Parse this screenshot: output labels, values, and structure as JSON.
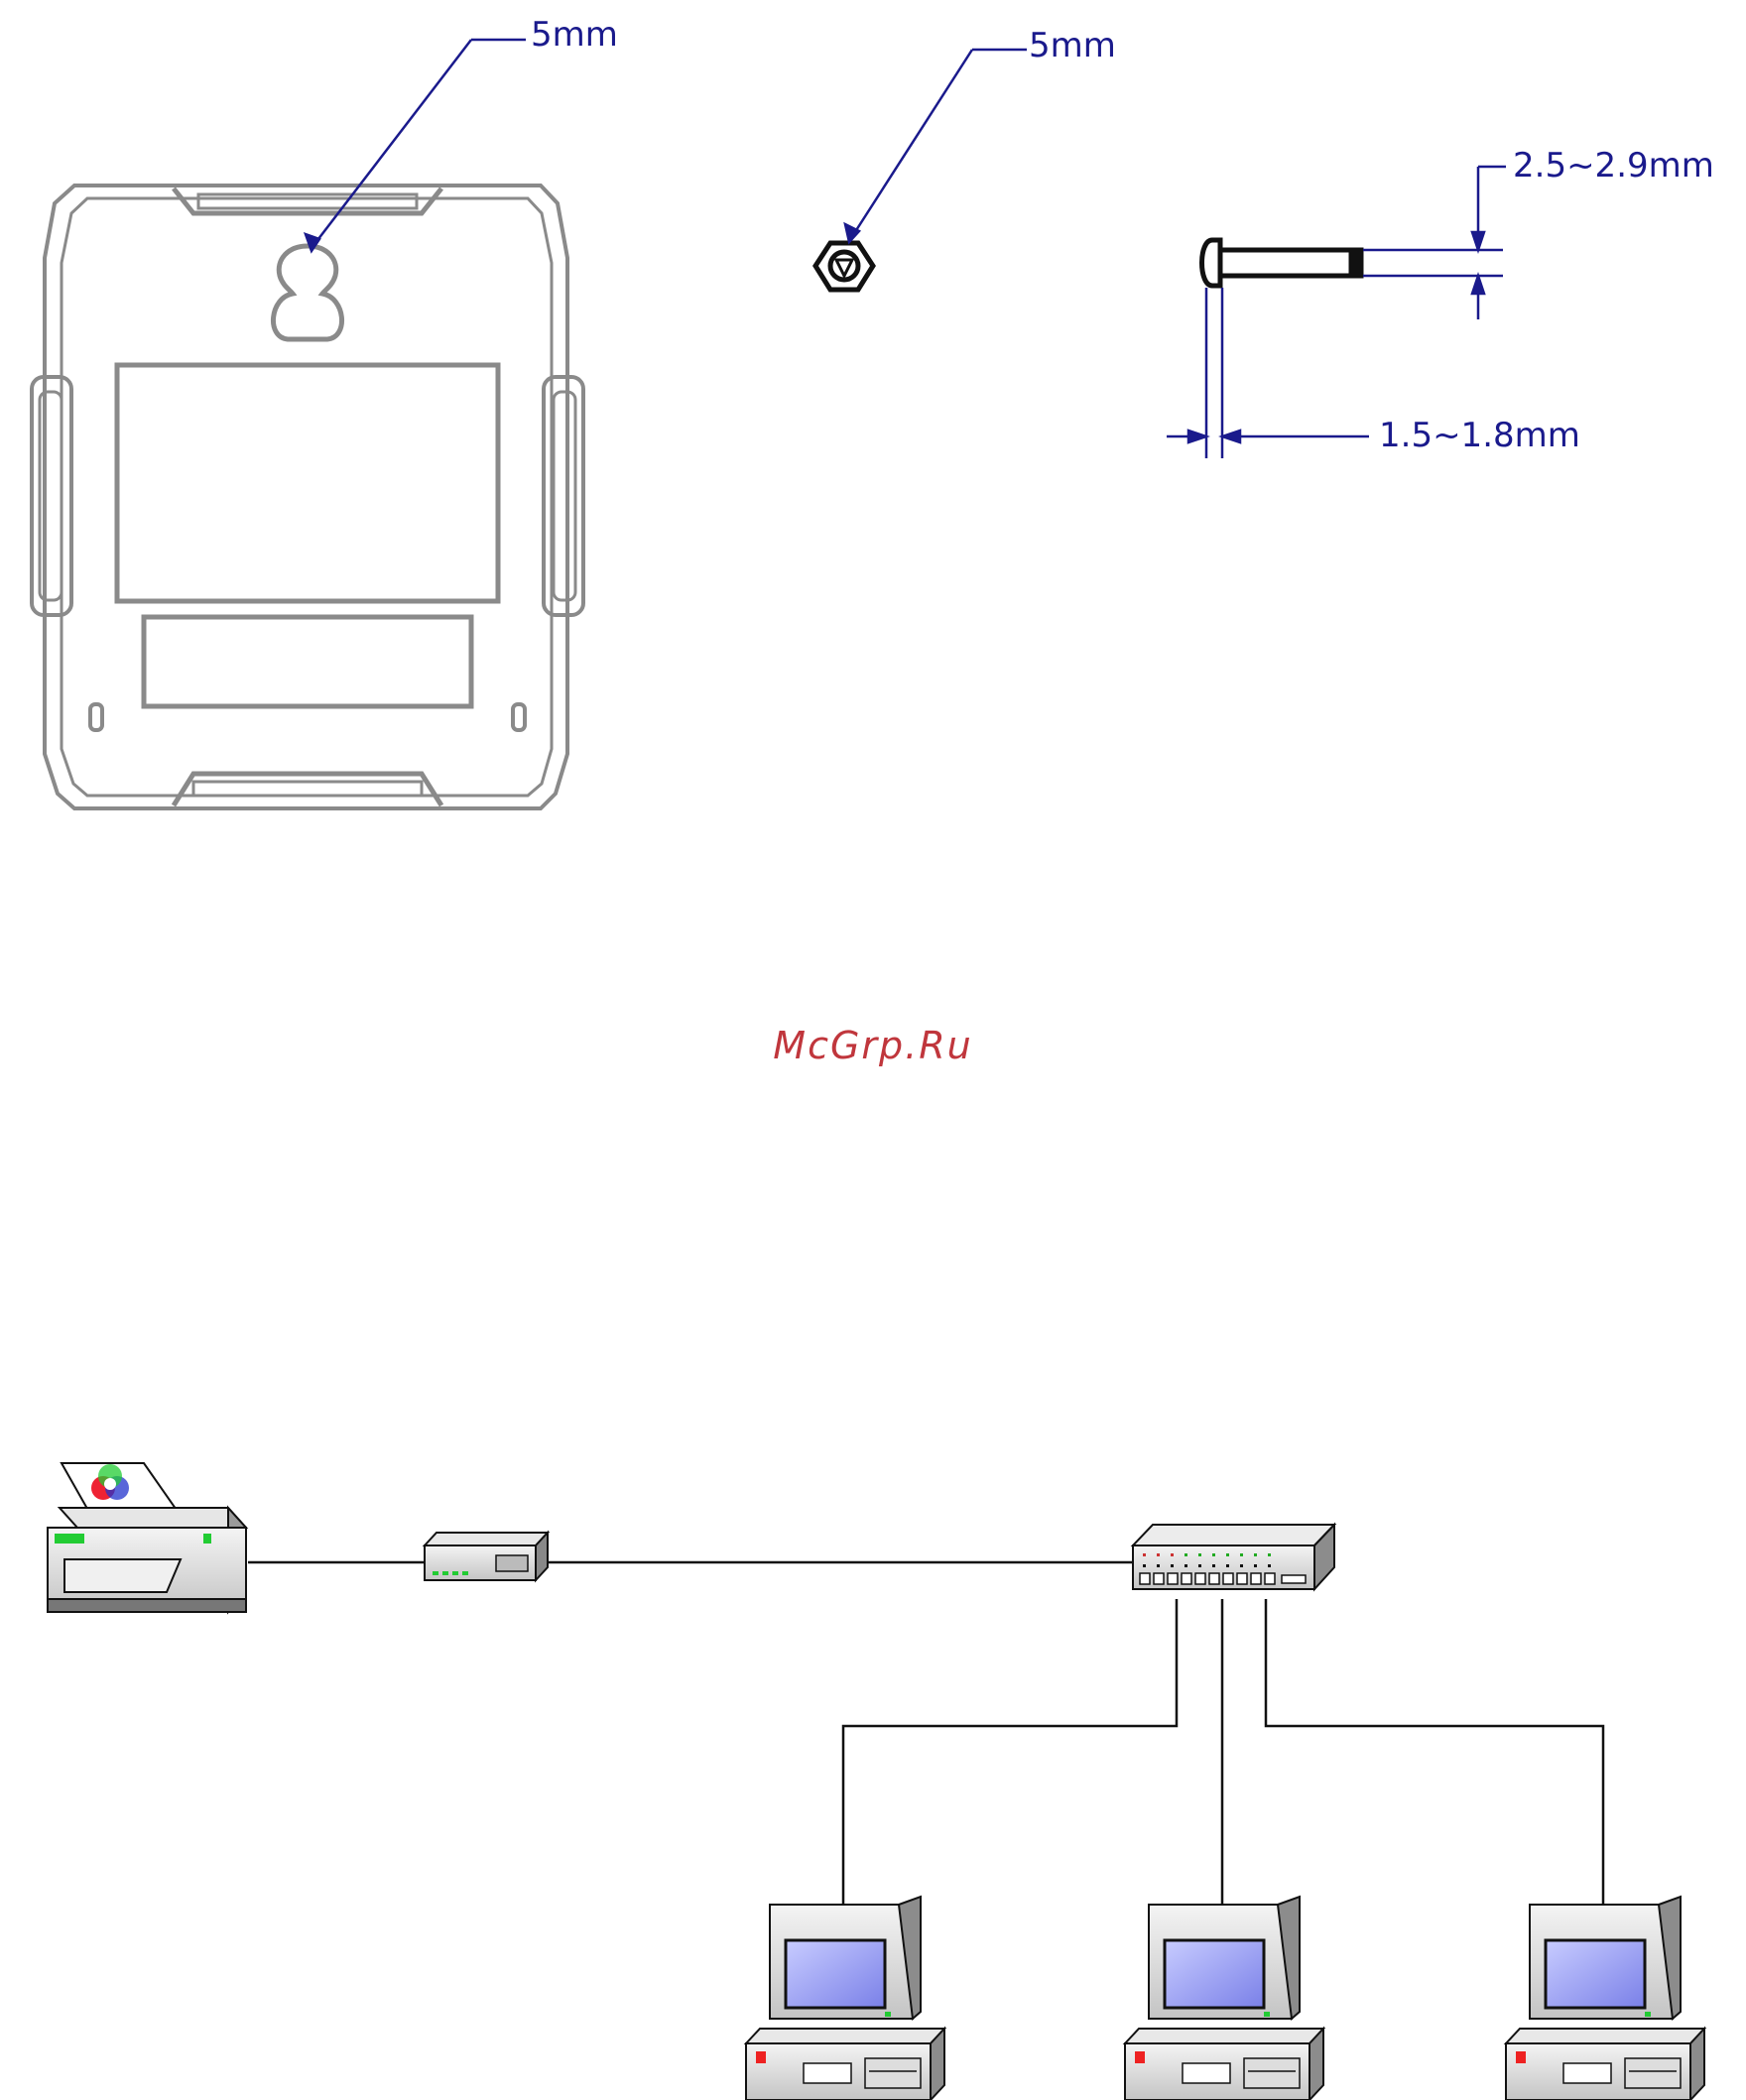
{
  "mounting_diagram": {
    "keyhole_label": "5mm",
    "screw_head_label": "5mm",
    "shaft_diameter_label": "2.5~2.9mm",
    "head_thickness_label": "1.5~1.8mm"
  },
  "watermark": "McGrp.Ru",
  "network_diagram": {
    "devices": [
      "printer",
      "print-server",
      "switch",
      "computer",
      "computer",
      "computer"
    ]
  }
}
